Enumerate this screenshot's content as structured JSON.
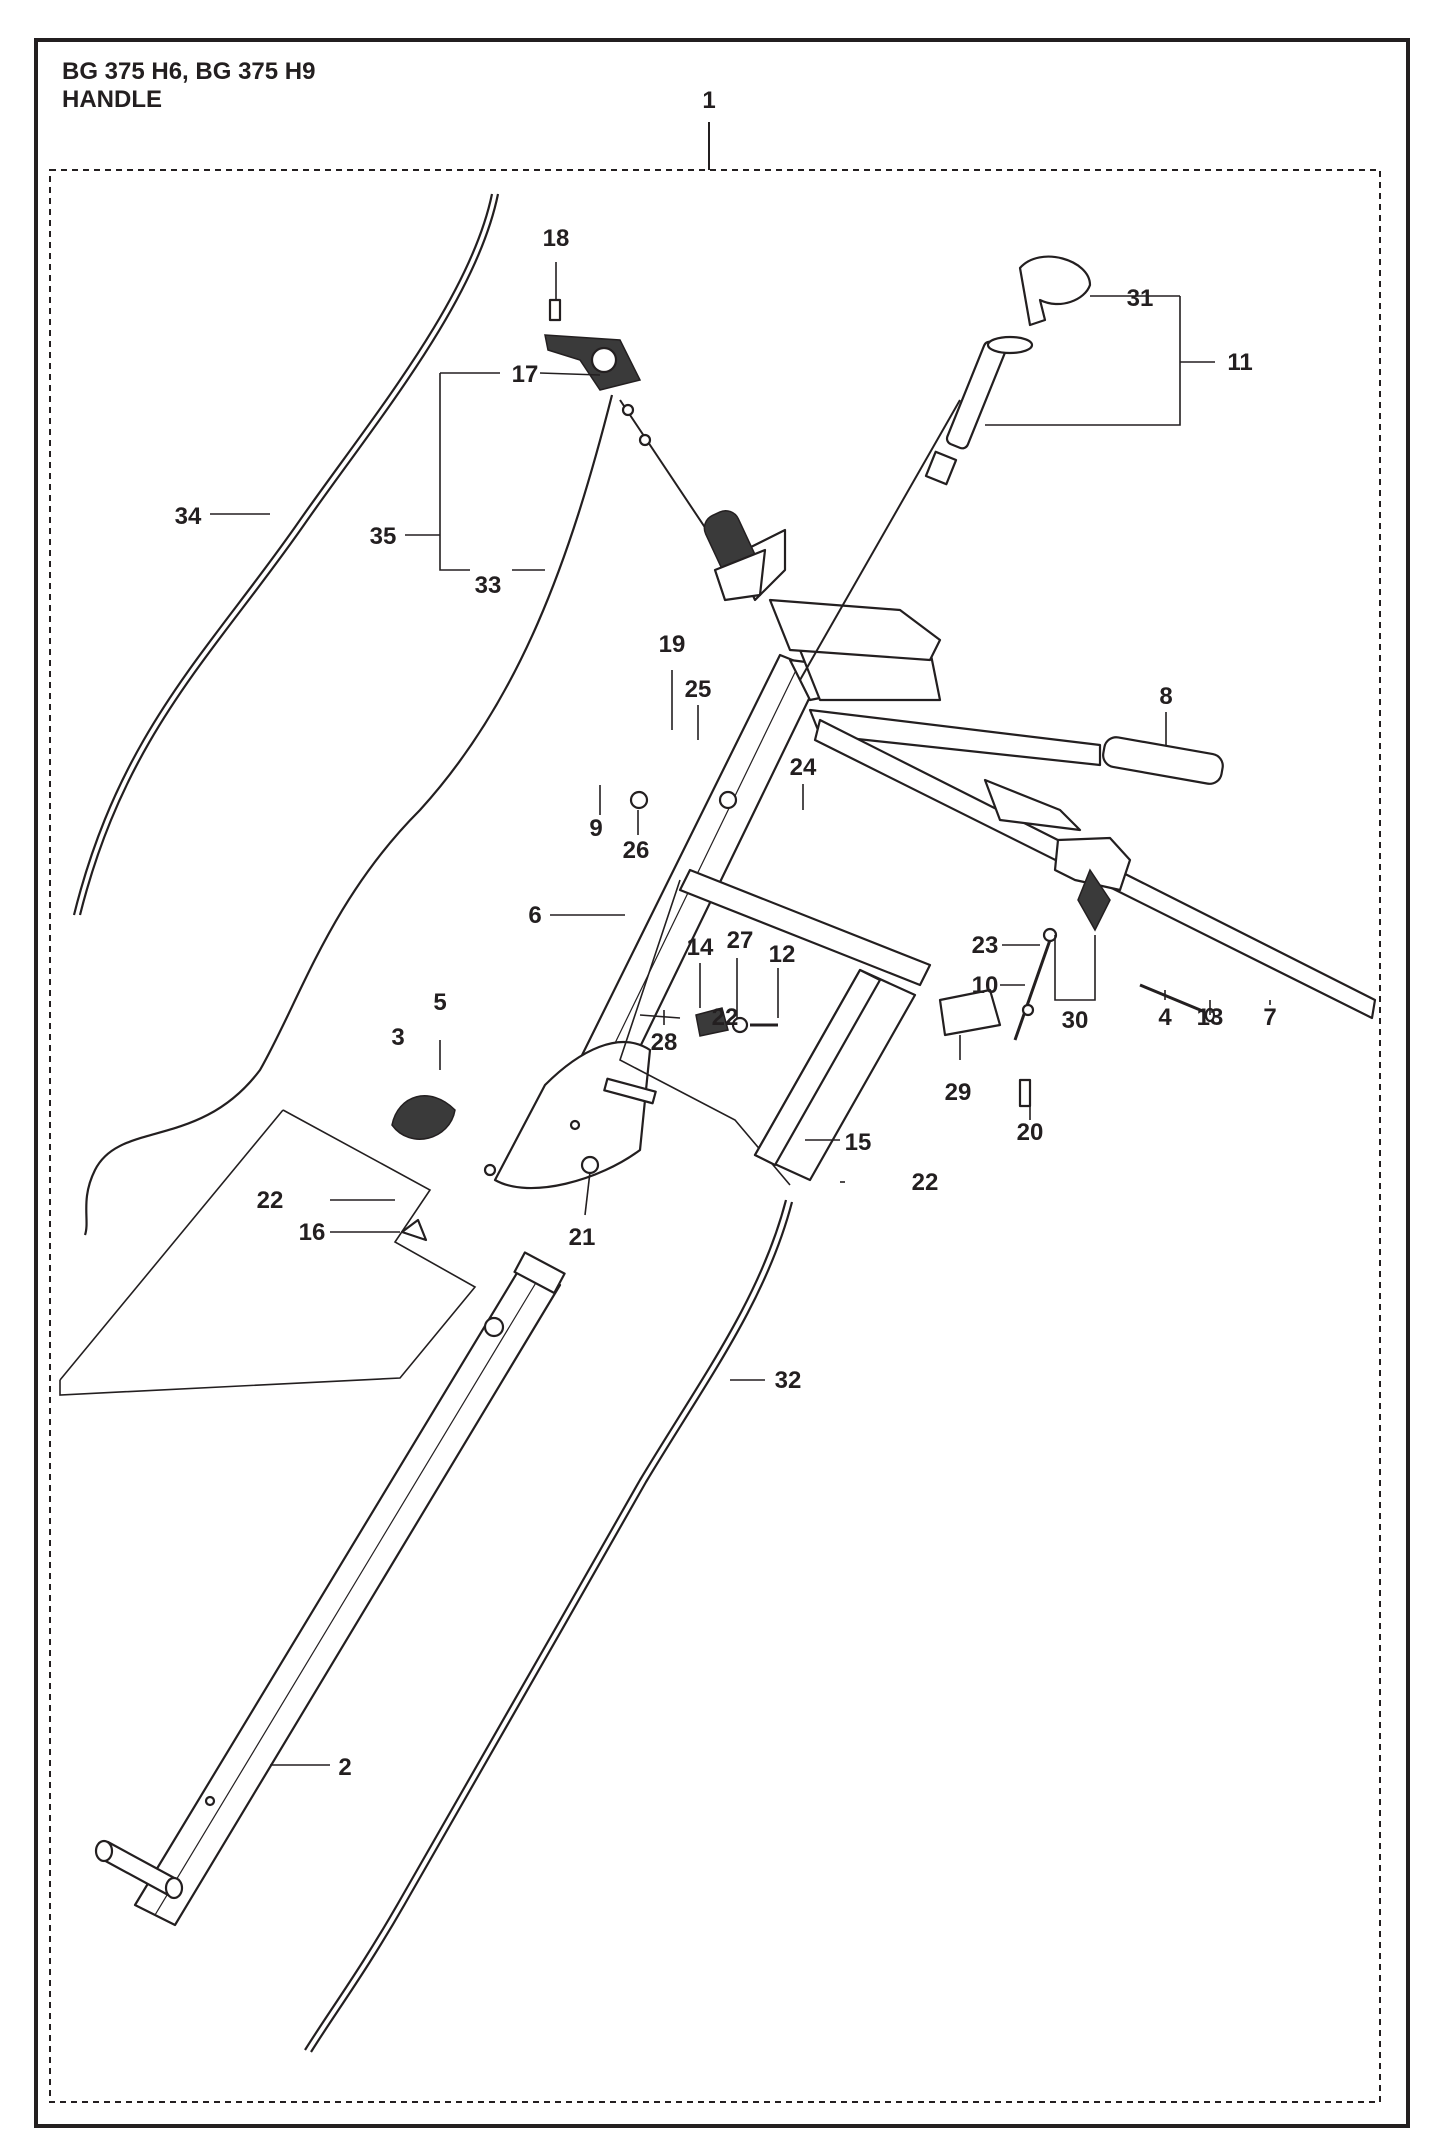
{
  "header": {
    "model_line": "BG 375 H6, BG 375 H9",
    "section_title": "HANDLE"
  },
  "callouts": [
    "1",
    "2",
    "3",
    "4",
    "5",
    "6",
    "7",
    "8",
    "9",
    "10",
    "11",
    "12",
    "13",
    "14",
    "15",
    "16",
    "17",
    "18",
    "19",
    "20",
    "21",
    "22",
    "22",
    "22",
    "23",
    "24",
    "25",
    "26",
    "27",
    "28",
    "29",
    "30",
    "31",
    "32",
    "33",
    "34",
    "35"
  ]
}
